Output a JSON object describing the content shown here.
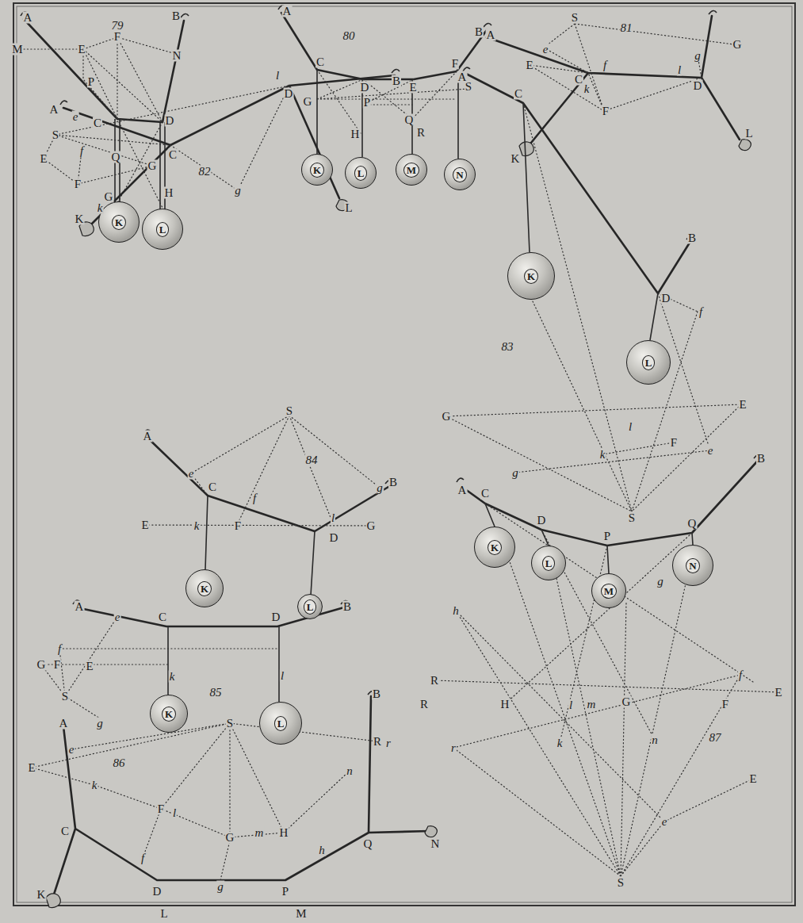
{
  "diagram": {
    "nodes": [
      {
        "text": [
          "K"
        ]
      },
      {
        "text": [
          "L"
        ]
      },
      {
        "text": [
          "K"
        ]
      },
      {
        "text": [
          "L"
        ]
      },
      {
        "text": [
          "M"
        ]
      },
      {
        "text": [
          "N"
        ]
      },
      {
        "text": [
          "K"
        ]
      },
      {
        "text": [
          "L"
        ]
      },
      {
        "text": [
          "K"
        ]
      },
      {
        "text": [
          "L"
        ]
      },
      {
        "text": [
          "K"
        ]
      },
      {
        "text": [
          "L"
        ]
      },
      {
        "text": [
          "K"
        ]
      },
      {
        "text": [
          "L"
        ]
      },
      {
        "text": [
          "M"
        ]
      },
      {
        "text": [
          "N"
        ]
      }
    ],
    "labels": [
      "A",
      "79",
      "B",
      "M",
      "E",
      "F",
      "N",
      "P",
      "C",
      "D",
      "Q",
      "G",
      "H",
      "A",
      "80",
      "B",
      "C",
      "D",
      "E",
      "F",
      "G",
      "P",
      "S",
      "H",
      "Q",
      "R",
      "A",
      "S",
      "81",
      "e",
      "G",
      "g",
      "E",
      "C",
      "f",
      "l",
      "D",
      "k",
      "F",
      "K",
      "L",
      "A",
      "e",
      "B",
      "l",
      "D",
      "S",
      "C",
      "f",
      "E",
      "G",
      "82",
      "F",
      "g",
      "L",
      "k",
      "K",
      "A",
      "C",
      "B",
      "D",
      "f",
      "83",
      "G",
      "E",
      "l",
      "F",
      "k",
      "e",
      "g",
      "S",
      "S",
      "A",
      "e",
      "84",
      "C",
      "f",
      "g",
      "B",
      "E",
      "k",
      "F",
      "l",
      "G",
      "D",
      "A",
      "B",
      "e",
      "C",
      "D",
      "f",
      "G",
      "F",
      "E",
      "k",
      "l",
      "85",
      "S",
      "g",
      "B",
      "A",
      "S",
      "R",
      "r",
      "e",
      "E",
      "86",
      "n",
      "k",
      "F",
      "l",
      "H",
      "Q",
      "N",
      "G",
      "m",
      "C",
      "h",
      "f",
      "g",
      "D",
      "P",
      "K",
      "L",
      "M",
      "A",
      "B",
      "C",
      "D",
      "P",
      "Q",
      "g",
      "h",
      "R",
      "f",
      "R",
      "E",
      "H",
      "l",
      "m",
      "G",
      "F",
      "r",
      "k",
      "n",
      "87",
      "E",
      "e",
      "S"
    ]
  }
}
